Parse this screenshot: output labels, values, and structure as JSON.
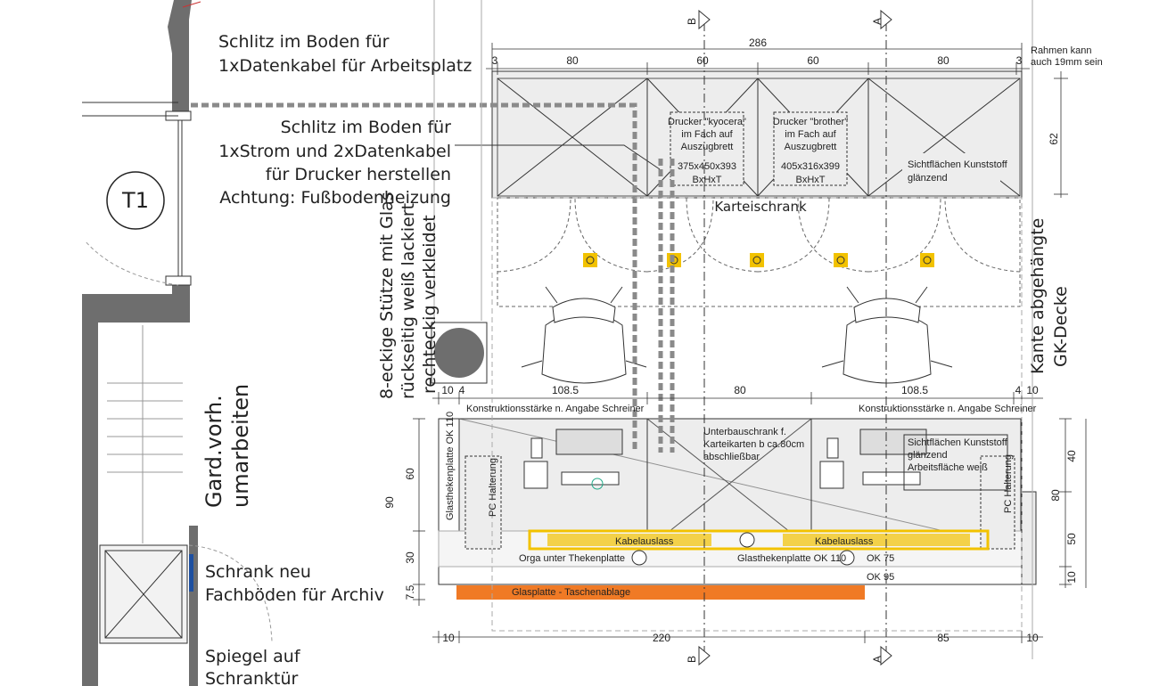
{
  "labels": {
    "slot_workstation_1": "Schlitz im Boden für",
    "slot_workstation_2": "1xDatenkabel für Arbeitsplatz",
    "slot_printer_1": "Schlitz im Boden für",
    "slot_printer_2": "1xStrom und 2xDatenkabel",
    "slot_printer_3": "für Drucker herstellen",
    "slot_printer_4": "Achtung: Fußbodenheizung",
    "column_1": "8-eckige Stütze mit Glas",
    "column_2": "rückseitig weiß lackiert",
    "column_3": "rechteckig verkleidet",
    "curtain_1": "Gard.vorh.",
    "curtain_2": "umarbeiten",
    "cabinet_1": "Schrank neu",
    "cabinet_2": "Fachböden für Archiv",
    "mirror_1": "Spiegel auf",
    "mirror_2": "Schranktür",
    "ceiling_1": "Kante abgehängte",
    "ceiling_2": "GK-Decke",
    "door_tag": "T1",
    "frame_note_1": "Rahmen kann",
    "frame_note_2": "auch 19mm sein",
    "file_cabinet": "Karteischrank",
    "printer_kyocera": [
      "Drucker \"kyocera\"",
      "im Fach auf",
      "Auszugbrett",
      "375x450x393",
      "BxHxT"
    ],
    "printer_brother": [
      "Drucker \"brother\"",
      "im Fach auf",
      "Auszugbrett",
      "405x316x399",
      "BxHxT"
    ],
    "visible_surface_top": [
      "Sichtflächen Kunststoff",
      "glänzend"
    ],
    "construction_left": "Konstruktionsstärke n. Angabe Schreiner",
    "construction_right": "Konstruktionsstärke n. Angabe Schreiner",
    "under_counter": [
      "Unterbauschrank f.",
      "Karteikarten b ca.80cm",
      "abschließbar"
    ],
    "visible_surface_desk": [
      "Sichtflächen Kunststoff",
      "glänzend",
      "Arbeitsfläche weiß"
    ],
    "glass_counter_vertical": "Glasthekenplatte OK 110",
    "pc_holder_left": "PC Halterung",
    "pc_holder_right": "PC Halterung",
    "cable_outlet_left": "Kabelauslass",
    "cable_outlet_right": "Kabelauslass",
    "orga": "Orga unter Thekenplatte",
    "glass_counter": "Glasthekenplatte OK 110",
    "ok75": "OK 75",
    "ok95": "OK 95",
    "glass_shelf": "Glasplatte - Taschenablage",
    "section_b": "B",
    "section_a": "A"
  },
  "dimensions": {
    "top_total": "286",
    "top_3a": "3",
    "top_80a": "80",
    "top_60a": "60",
    "top_60b": "60",
    "top_80b": "80",
    "top_3b": "3",
    "right_62": "62",
    "mid_10a": "10",
    "mid_4a": "4",
    "mid_108a": "108.5",
    "mid_80": "80",
    "mid_108b": "108.5",
    "mid_4b": "4",
    "mid_10b": "10",
    "left_90": "90",
    "left_60": "60",
    "left_30": "30",
    "left_75": "7.5",
    "right_40": "40",
    "right_80": "80",
    "right_50": "50",
    "right_10": "10",
    "bot_10a": "10",
    "bot_220": "220",
    "bot_85": "85",
    "bot_10b": "10"
  },
  "colors": {
    "wall": "#6e6e6e",
    "hatch": "#ededed",
    "accent_yellow": "#f2c200",
    "accent_orange": "#f07a25",
    "cabinet_blue": "#1d4fa0",
    "slot_grey": "#8a8a8a"
  }
}
